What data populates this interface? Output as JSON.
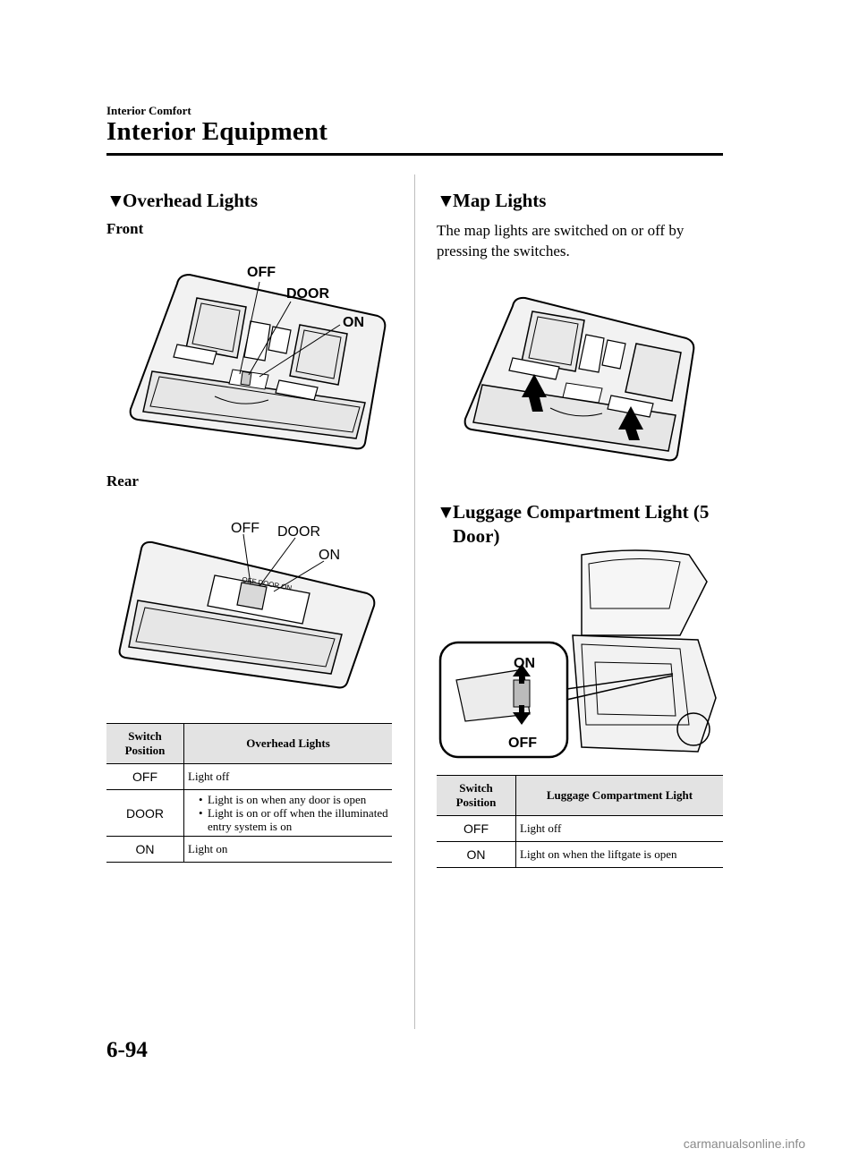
{
  "header": {
    "section_label": "Interior Comfort",
    "title": "Interior Equipment"
  },
  "overhead": {
    "heading": "Overhead Lights",
    "front_label": "Front",
    "rear_label": "Rear",
    "front_callouts": {
      "off": "OFF",
      "door": "DOOR",
      "on": "ON"
    },
    "rear_callouts": {
      "off": "OFF",
      "door": "DOOR",
      "on": "ON"
    },
    "table": {
      "col1": "Switch Position",
      "col2": "Overhead Lights",
      "rows": [
        {
          "position": "OFF",
          "desc": "Light off"
        },
        {
          "position": "DOOR",
          "bullets": [
            "Light is on when any door is open",
            "Light is on or off when the illuminated entry system is on"
          ]
        },
        {
          "position": "ON",
          "desc": "Light on"
        }
      ]
    }
  },
  "map": {
    "heading": "Map Lights",
    "text": "The map lights are switched on or off by pressing the switches."
  },
  "luggage": {
    "heading_line1": "Luggage Compartment Light (5",
    "heading_line2": "Door)",
    "callouts": {
      "on": "ON",
      "off": "OFF"
    },
    "table": {
      "col1": "Switch Position",
      "col2": "Luggage Compartment Light",
      "rows": [
        {
          "position": "OFF",
          "desc": "Light off"
        },
        {
          "position": "ON",
          "desc": "Light on when the liftgate is open"
        }
      ]
    }
  },
  "footer": {
    "page_number": "6-94",
    "watermark": "carmanualsonline.info"
  }
}
